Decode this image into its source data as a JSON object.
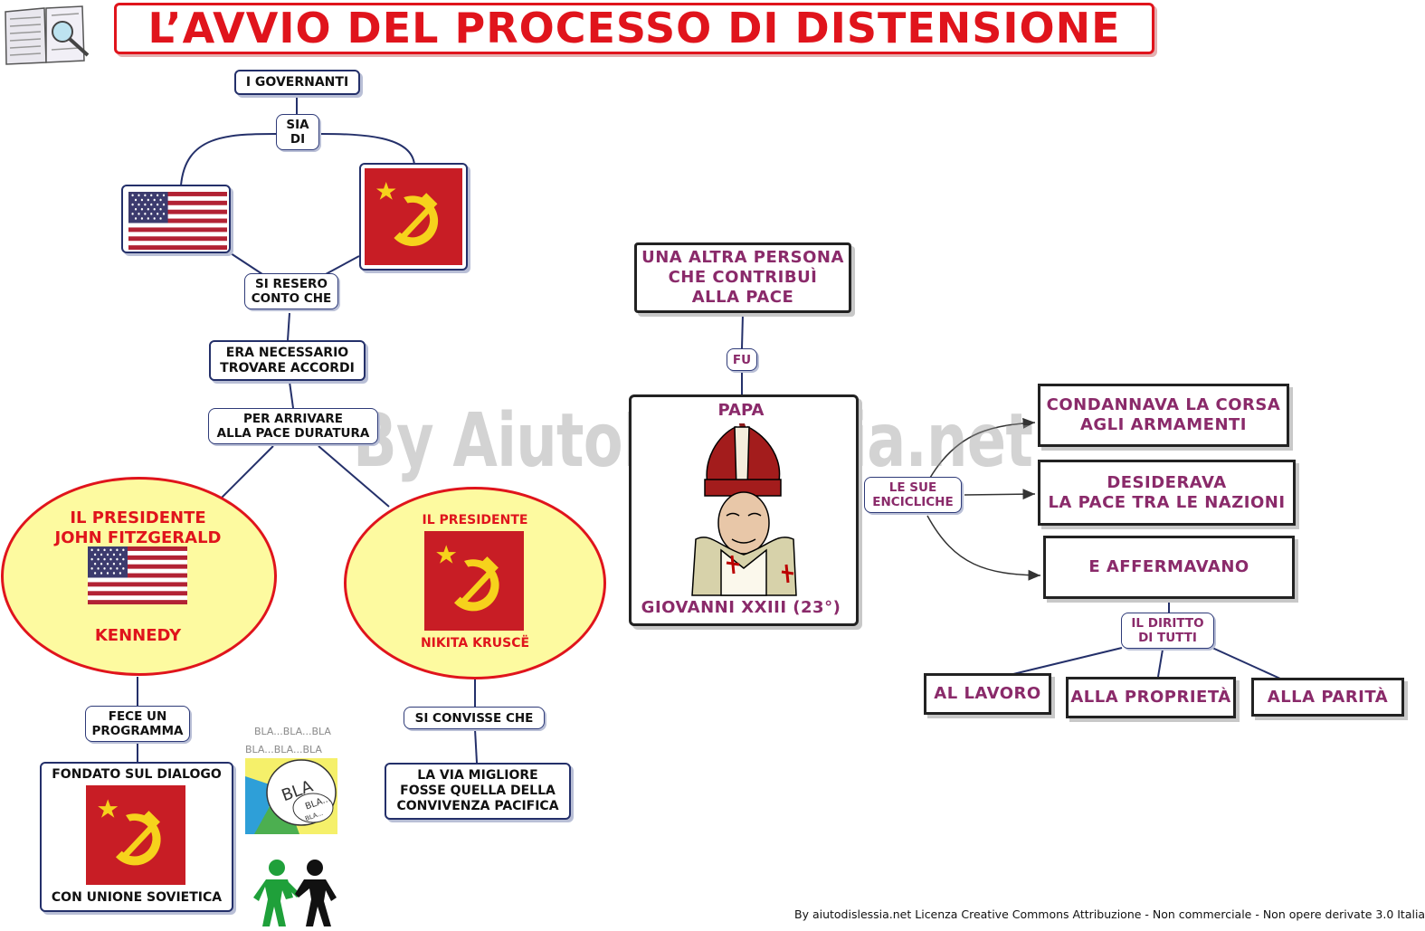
{
  "title": "L’AVVIO DEL PROCESSO DI DISTENSIONE",
  "watermark": "By AiutoDislessia.net",
  "license": "By aiutodislessia.net Licenza Creative Commons Attribuzione - Non commerciale - Non opere derivate 3.0 Italia",
  "colors": {
    "red": "#e0141c",
    "purple": "#8a2a6a",
    "navy": "#24306a",
    "oval_fill": "#fdfaa0"
  },
  "left": {
    "governanti": "I GOVERNANTI",
    "sia_di": "SIA\nDI",
    "si_resero": "SI RESERO\nCONTO CHE",
    "era_necessario": "ERA NECESSARIO\nTROVARE ACCORDI",
    "per_arrivare": "PER ARRIVARE\nALLA PACE DURATURA",
    "kennedy": {
      "top": "IL PRESIDENTE\nJOHN FITZGERALD",
      "bottom": "KENNEDY"
    },
    "krusce": {
      "top": "IL PRESIDENTE",
      "bottom": "NIKITA KRUSCË"
    },
    "fece_programma": "FECE UN\nPROGRAMMA",
    "fondato": {
      "top": "FONDATO SUL DIALOGO",
      "bottom": "CON UNIONE SOVIETICA"
    },
    "si_convisse": "SI CONVISSE CHE",
    "via_migliore": "LA VIA MIGLIORE\nFOSSE QUELLA DELLA\nCONVIVENZA PACIFICA",
    "bla_image": [
      "BLA...BLA...BLA",
      "BLA...BLA...BLA",
      "BLA",
      "BLA...",
      "BLA..."
    ],
    "icons": [
      "usa-flag",
      "soviet-flag",
      "speech-bubbles",
      "handshake-figures"
    ]
  },
  "right": {
    "altra_persona": "UNA ALTRA PERSONA\nCHE CONTRIBUÌ\nALLA PACE",
    "fu": "FU",
    "papa_top": "PAPA",
    "papa_bottom": "GIOVANNI XXIII (23°)",
    "encicliche": "LE SUE\nENCICLICHE",
    "condannava": "CONDANNAVA LA CORSA\nAGLI ARMAMENTI",
    "desiderava": "DESIDERAVA\nLA PACE TRA LE NAZIONI",
    "affermavano": "E AFFERMAVANO",
    "diritto": "IL DIRITTO\nDI TUTTI",
    "lavoro": "AL LAVORO",
    "proprieta": "ALLA PROPRIETÀ",
    "parita": "ALLA PARITÀ"
  }
}
